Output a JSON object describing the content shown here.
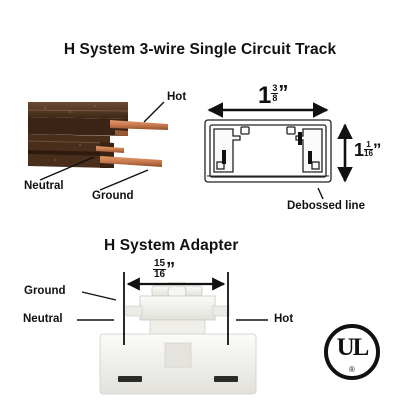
{
  "track": {
    "title": "H System 3-wire Single Circuit Track",
    "labels": {
      "hot": "Hot",
      "neutral": "Neutral",
      "ground": "Ground"
    },
    "width_dim": {
      "whole": "1",
      "num": "3",
      "den": "8"
    },
    "height_dim": {
      "whole": "1",
      "num": "1",
      "den": "16"
    },
    "debossed": "Debossed line"
  },
  "adapter": {
    "title": "H System Adapter",
    "labels": {
      "ground": "Ground",
      "neutral": "Neutral",
      "hot": "Hot"
    },
    "width_dim": {
      "num": "15",
      "den": "16"
    }
  },
  "cert": {
    "mark": "UL",
    "trademark": "®"
  },
  "colors": {
    "track_brown": "#4a2e1c",
    "copper": "#c97a4e",
    "adapter_white": "#f3f2ee",
    "ink": "#111111"
  }
}
